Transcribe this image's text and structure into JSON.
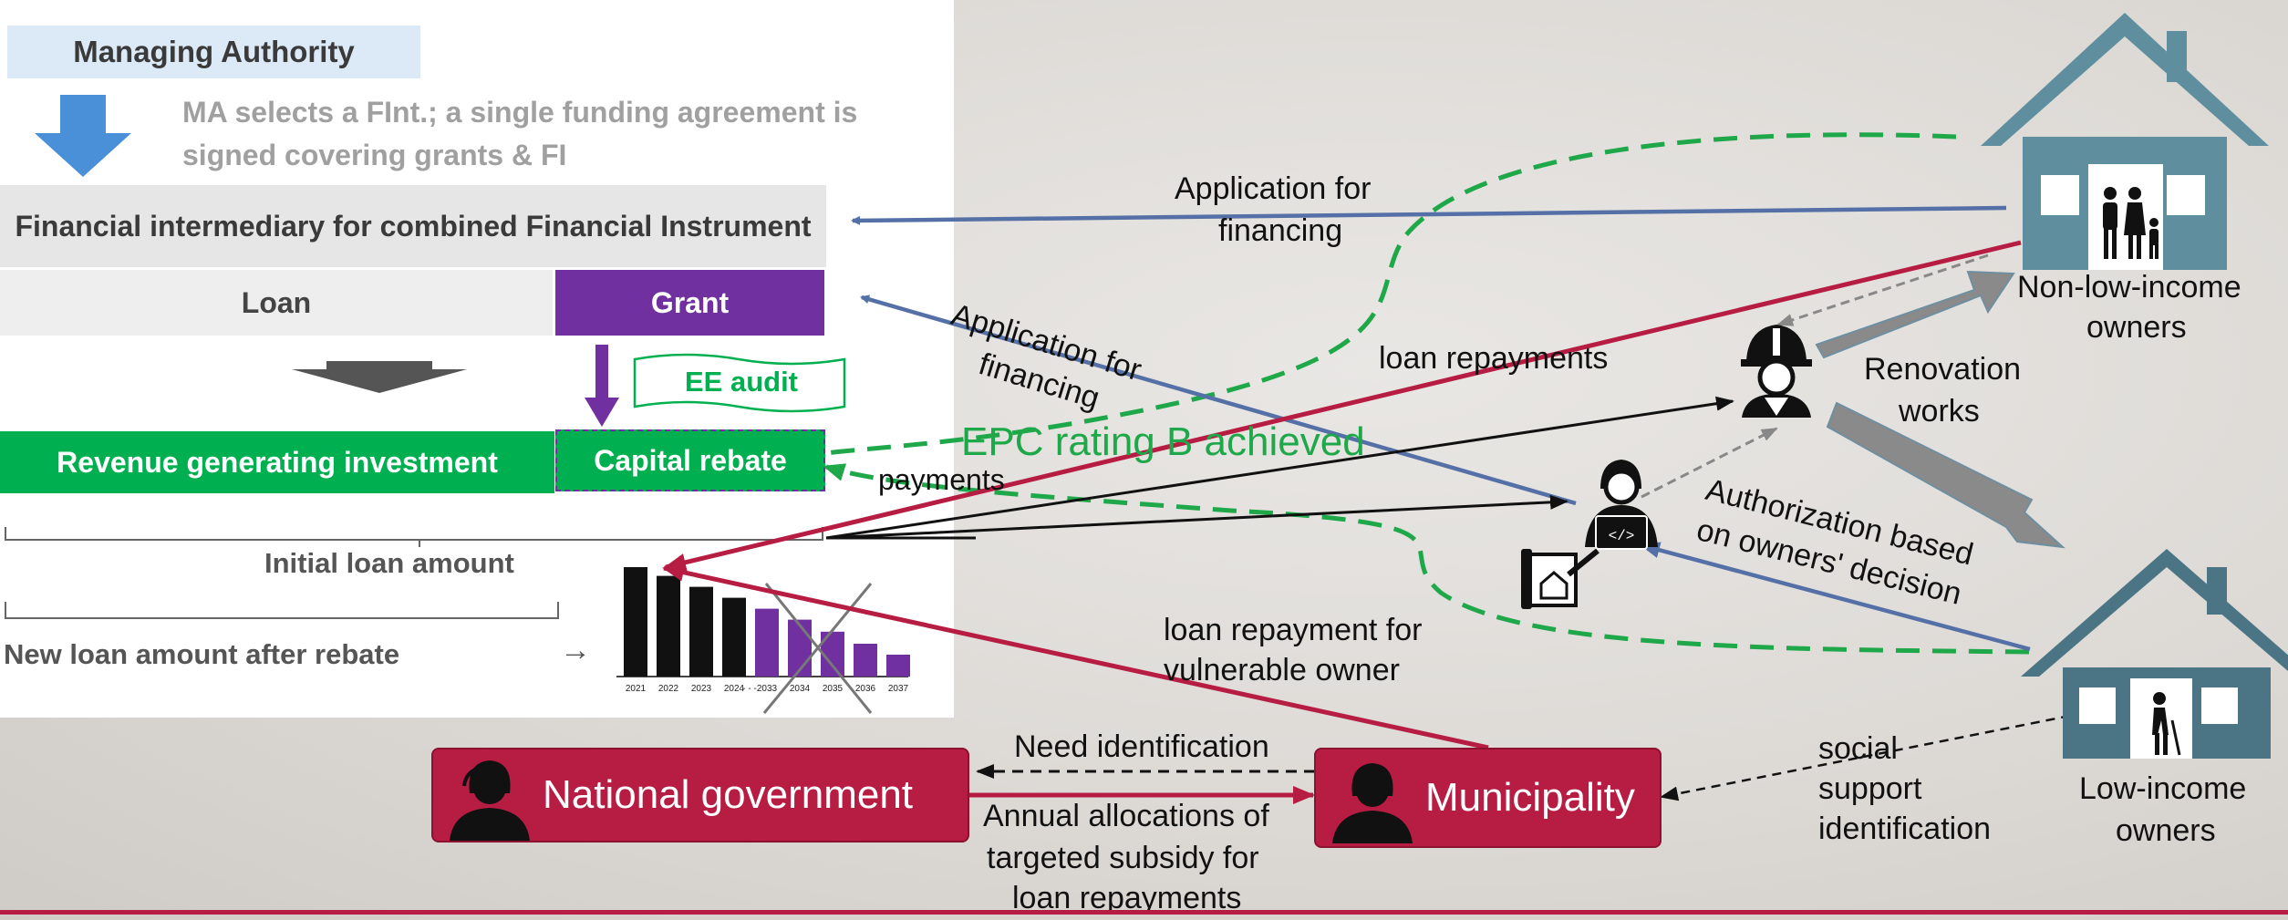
{
  "left_panel": {
    "managing_authority": "Managing Authority",
    "ma_desc_line1": "MA selects a FInt.; a single funding agreement is",
    "ma_desc_line2": "signed covering grants & FI",
    "financial_intermediary": "Financial intermediary for combined Financial Instrument",
    "loan": "Loan",
    "grant": "Grant",
    "ee_audit": "EE audit",
    "revenue_investment": "Revenue generating investment",
    "capital_rebate": "Capital rebate",
    "initial_loan": "Initial loan amount",
    "new_loan": "New loan amount after rebate",
    "arrow_glyph": "→"
  },
  "chart_data": {
    "type": "bar",
    "categories": [
      "2021",
      "2022",
      "2023",
      "2024",
      "2033",
      "2034",
      "2035",
      "2036",
      "2037"
    ],
    "ylim": [
      0,
      100
    ],
    "series": [
      {
        "values": [
          100,
          92,
          82,
          72,
          null,
          null,
          null,
          null,
          null
        ],
        "color": "#111111"
      },
      {
        "values": [
          null,
          null,
          null,
          null,
          62,
          52,
          41,
          30,
          20
        ],
        "color": "#7030a0"
      }
    ],
    "ellipsis": "- - -"
  },
  "diagram": {
    "application_top_1": "Application for",
    "application_top_2": "financing",
    "application_mid_1": "Application for",
    "application_mid_2": "financing",
    "loan_repayments": "loan repayments",
    "epc_rating": "EPC rating B achieved",
    "payments": "payments",
    "renovation_1": "Renovation",
    "renovation_2": "works",
    "authorization_1": "Authorization based",
    "authorization_2": "on owners' decision",
    "non_low_income_1": "Non-low-income",
    "non_low_income_2": "owners",
    "low_income_1": "Low-income",
    "low_income_2": "owners",
    "loan_repayment_vulnerable_1": "loan repayment for",
    "loan_repayment_vulnerable_2": "vulnerable owner",
    "need_identification": "Need identification",
    "annual_1": "Annual allocations of",
    "annual_2": "targeted subsidy for",
    "annual_3": "loan repayments",
    "social_1": "social",
    "social_2": "support",
    "social_3": "identification",
    "national_government": "National government",
    "municipality": "Municipality"
  },
  "colors": {
    "blue_arrow": "#5470a6",
    "red_arrow": "#b71c42",
    "green_dashed": "#1fa84a",
    "house": "#5f8f9f",
    "house_dark": "#4b7585",
    "purple": "#7030a0",
    "green": "#00b050"
  }
}
